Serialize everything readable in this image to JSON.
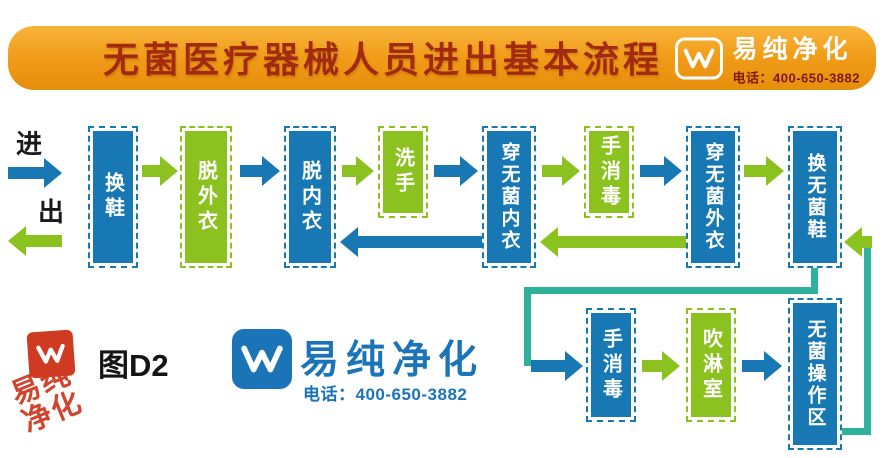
{
  "banner": {
    "title": "无菌医疗器械人员进出基本流程",
    "brand": "易纯净化",
    "phone": "电话：400-650-3882"
  },
  "flow": {
    "enter_label": "进",
    "exit_label": "出",
    "top_boxes": [
      {
        "label": "换鞋"
      },
      {
        "label": "脱外衣"
      },
      {
        "label": "脱内衣"
      },
      {
        "label": "洗手"
      },
      {
        "label": "穿无菌内衣"
      },
      {
        "label": "手消毒"
      },
      {
        "label": "穿无菌外衣"
      },
      {
        "label": "换无菌鞋"
      }
    ],
    "bottom_boxes": [
      {
        "label": "手消毒"
      },
      {
        "label": "吹淋室"
      },
      {
        "label": "无菌操作区"
      }
    ]
  },
  "footer": {
    "figure_label": "图D2",
    "brand": "易纯净化",
    "phone": "电话：400-650-3882",
    "seal_brand": "易纯净化"
  },
  "colors": {
    "box_blue": "#1878b4",
    "box_green": "#8cc220",
    "connector_teal": "#2fb19c",
    "banner_orange": "#f09c18",
    "banner_title_red": "#a32a0e",
    "logo_blue": "#1b74b8",
    "seal_red": "#cf3a22"
  }
}
